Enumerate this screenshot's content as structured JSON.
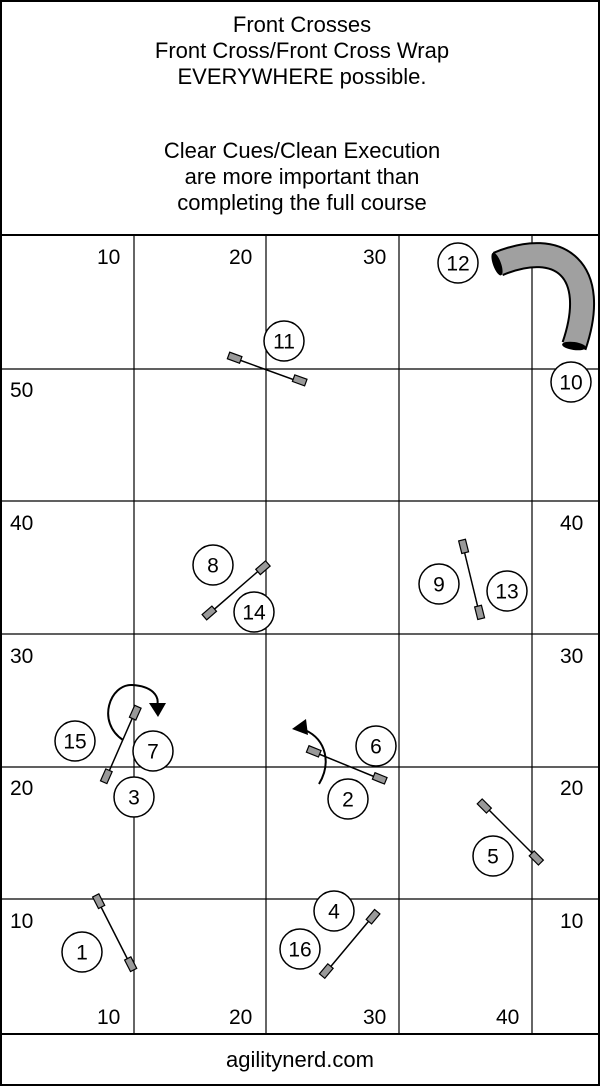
{
  "header": {
    "lines": [
      "Front Crosses",
      "Front Cross/Front Cross Wrap",
      "EVERYWHERE possible.",
      "",
      "Clear Cues/Clean Execution",
      "are more important than",
      "completing the full course"
    ]
  },
  "grid": {
    "top_labels": [
      "10",
      "20",
      "30"
    ],
    "bottom_labels": [
      "10",
      "20",
      "30",
      "40"
    ],
    "left_labels": [
      "50",
      "40",
      "30",
      "20",
      "10"
    ],
    "right_labels": [
      "40",
      "30",
      "20",
      "10"
    ]
  },
  "obstacles": {
    "numbers": [
      "1",
      "2",
      "3",
      "4",
      "5",
      "6",
      "7",
      "8",
      "9",
      "10",
      "11",
      "12",
      "13",
      "14",
      "15",
      "16"
    ],
    "tunnel_color": "#a0a0a0"
  },
  "footer": {
    "site": "agilitynerd.com"
  }
}
